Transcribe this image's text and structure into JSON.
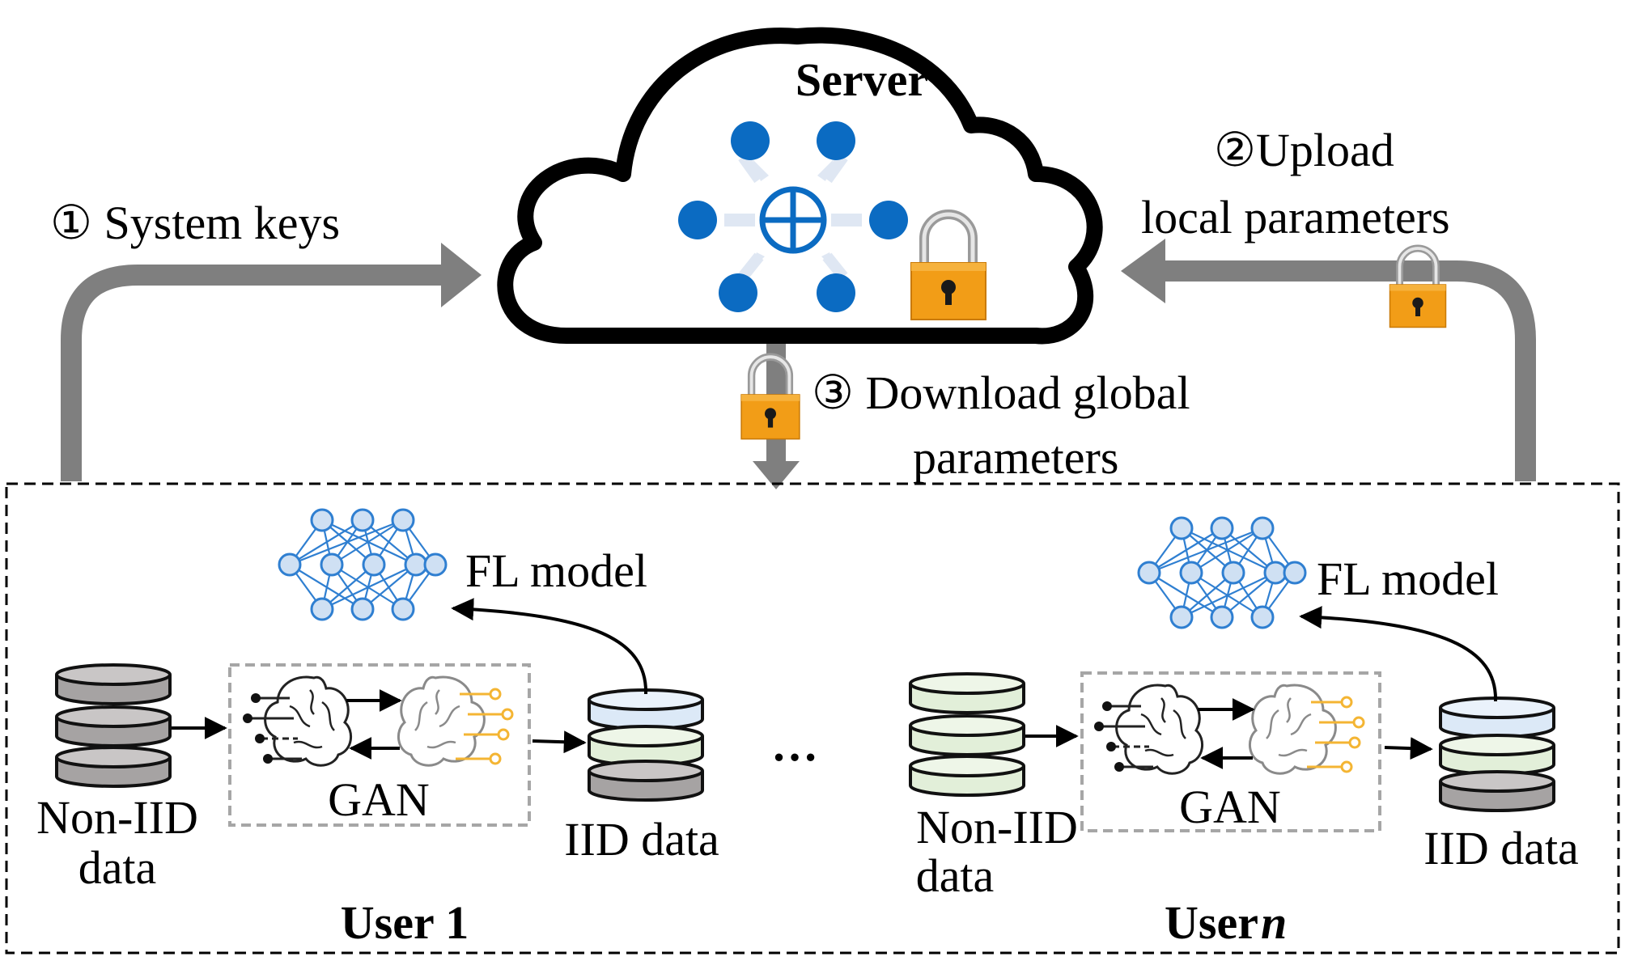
{
  "server": {
    "title": "Server"
  },
  "steps": {
    "step1": "① System keys",
    "step2_line1": "②Upload",
    "step2_line2": "local parameters",
    "step3_line1": "③ Download global",
    "step3_line2": "parameters"
  },
  "user1": {
    "model_label": "FL model",
    "gan_label": "GAN",
    "noniid_line1": "Non-IID",
    "noniid_line2": "data",
    "iid_label": "IID data",
    "user_label": "User 1"
  },
  "usern": {
    "model_label": "FL model",
    "gan_label": "GAN",
    "noniid_line1": "Non-IID",
    "noniid_line2": "data",
    "iid_label": "IID data",
    "user_prefix": "User ",
    "user_var": "n"
  },
  "ellipsis": "…",
  "colors": {
    "arrow_gray": "#7f7f7f",
    "node_blue": "#0b6bc2",
    "lock_orange": "#f29d17",
    "db_gray": "#a6a3a3",
    "db_green": "#e2efd9",
    "db_blue": "#dce9f7",
    "nn_node": "#cfe0f3",
    "nn_line": "#2f7fd1",
    "gan_accent": "#f4b533"
  },
  "icons": [
    "cloud-icon",
    "aggregation-icon",
    "lock-icon",
    "neural-network-icon",
    "database-icon",
    "brain-icon"
  ]
}
